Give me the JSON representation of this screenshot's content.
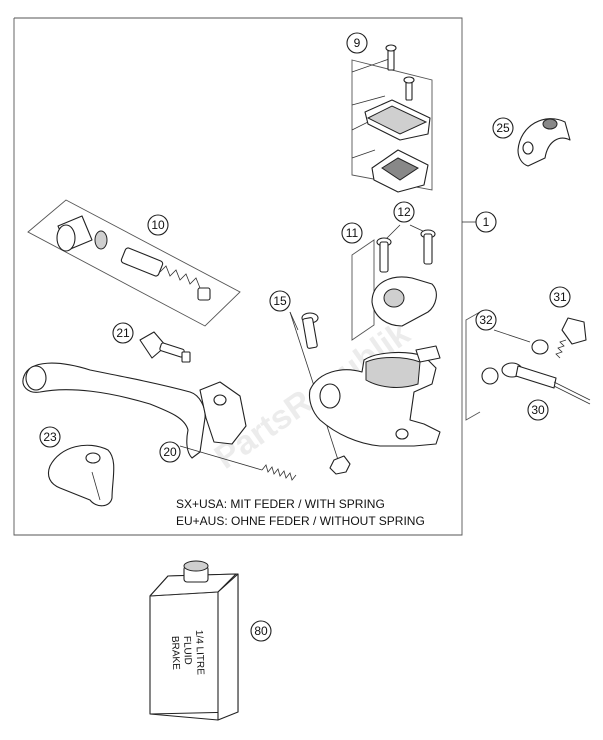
{
  "callouts": {
    "c1": "1",
    "c9": "9",
    "c10": "10",
    "c11": "11",
    "c12": "12",
    "c15": "15",
    "c20": "20",
    "c21": "21",
    "c23": "23",
    "c25": "25",
    "c30": "30",
    "c31": "31",
    "c32": "32",
    "c80": "80"
  },
  "notes": {
    "line1": "SX+USA:  MIT FEDER / WITH SPRING",
    "line2": "EU+AUS:  OHNE FEDER / WITHOUT SPRING"
  },
  "can_label": [
    "BRAKE",
    "FLUID",
    "1/4 LITRE"
  ],
  "watermark": "PartsRepublik"
}
